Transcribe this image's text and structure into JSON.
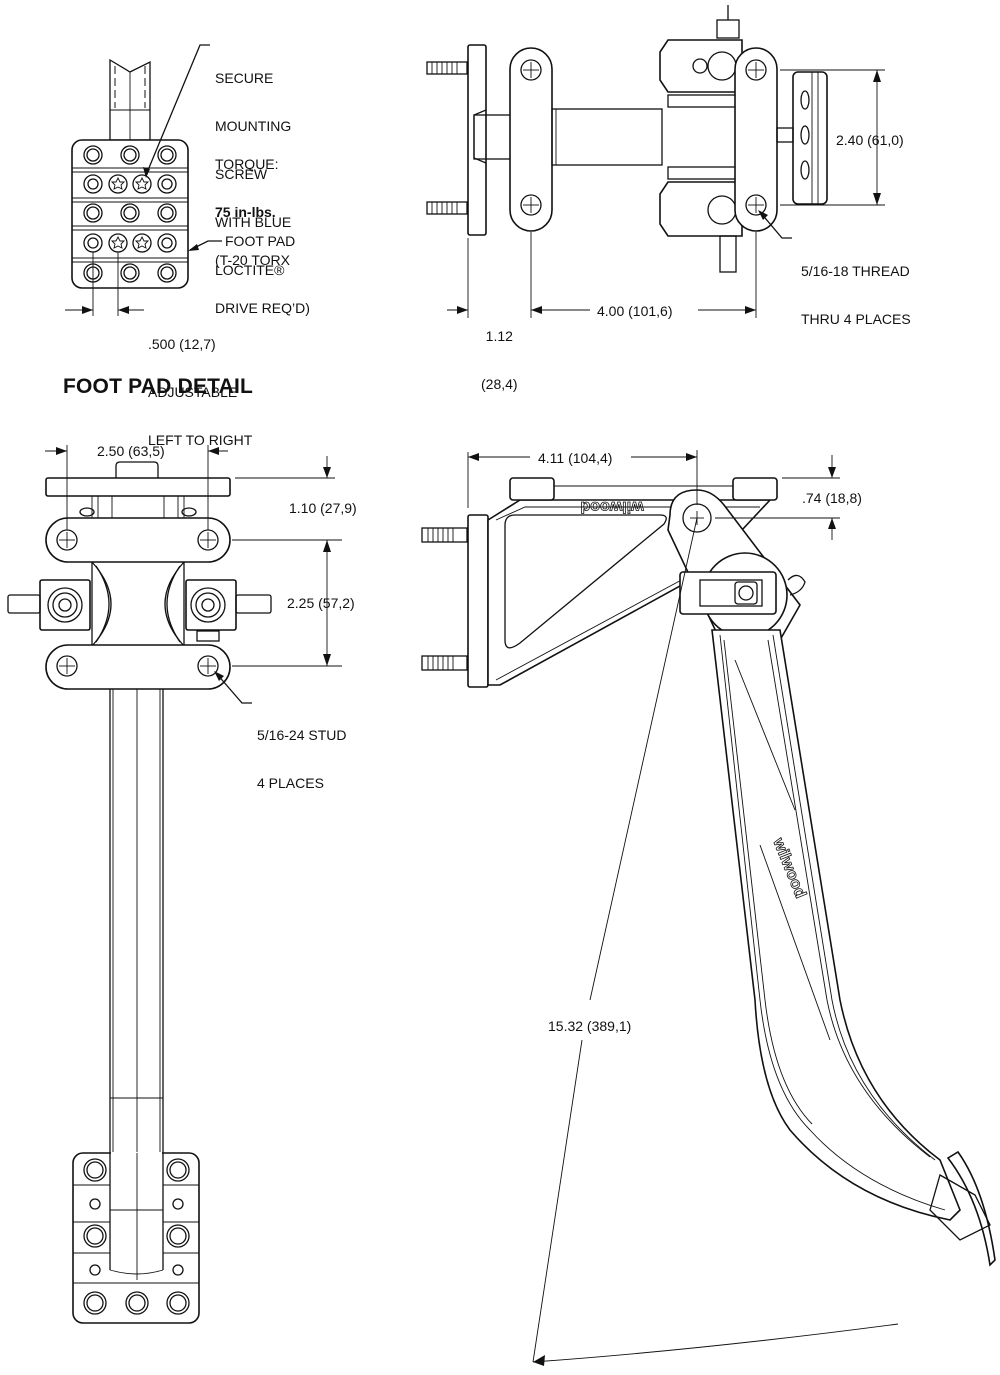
{
  "views": {
    "foot_pad_detail": {
      "title": "FOOT PAD DETAIL",
      "callout_screw": [
        "SECURE",
        "MOUNTING",
        "SCREW",
        "WITH BLUE",
        "LOCTITE®"
      ],
      "torque_label": "TORQUE:",
      "torque_value": "75 in-lbs.",
      "torque_drive": [
        "(T-20 TORX",
        "DRIVE REQ’D)"
      ],
      "foot_pad_label": "FOOT PAD",
      "adjust_dim": ".500 (12,7)",
      "adjust_note": [
        "ADJUSTABLE",
        "LEFT TO RIGHT"
      ]
    },
    "top_view": {
      "height_dim": "2.40 (61,0)",
      "thread_note": [
        "5/16-18 THREAD",
        "THRU 4 PLACES"
      ],
      "offset_dim": [
        "1.12",
        "(28,4)"
      ],
      "length_dim": "4.00 (101,6)"
    },
    "front_view": {
      "width_dim": "2.50 (63,5)",
      "top_dim": "1.10 (27,9)",
      "stud_spacing_dim": "2.25 (57,2)",
      "stud_note": [
        "5/16-24 STUD",
        "4 PLACES"
      ]
    },
    "side_view": {
      "reach_dim": "4.11 (104,4)",
      "pivot_dim": ".74 (18,8)",
      "pedal_length_dim": "15.32 (389,1)",
      "brand_mark": "wilwood"
    }
  }
}
